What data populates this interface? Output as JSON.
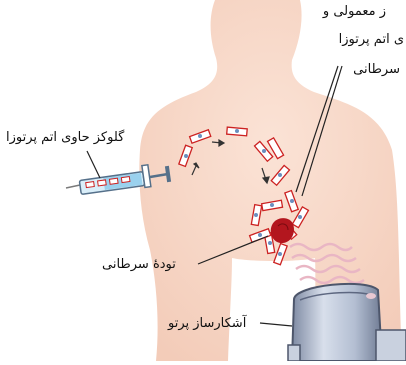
{
  "labels": {
    "top_right_line1": "ز معمولی و",
    "top_right_line2": "ی اتم پرتوزا",
    "top_right_line3": "سرطانی",
    "glucose_syringe": "گلوکز حاوی اتم پرتوزا",
    "tumor": "تودهٔ سرطانی",
    "detector": "آشکارساز پرتو"
  },
  "colors": {
    "background": "#ffffff",
    "body_skin": "#f6d6c6",
    "tumor": "#b3161e",
    "detector_body": "#b9c4d8",
    "wave": "#e9b6c4"
  }
}
